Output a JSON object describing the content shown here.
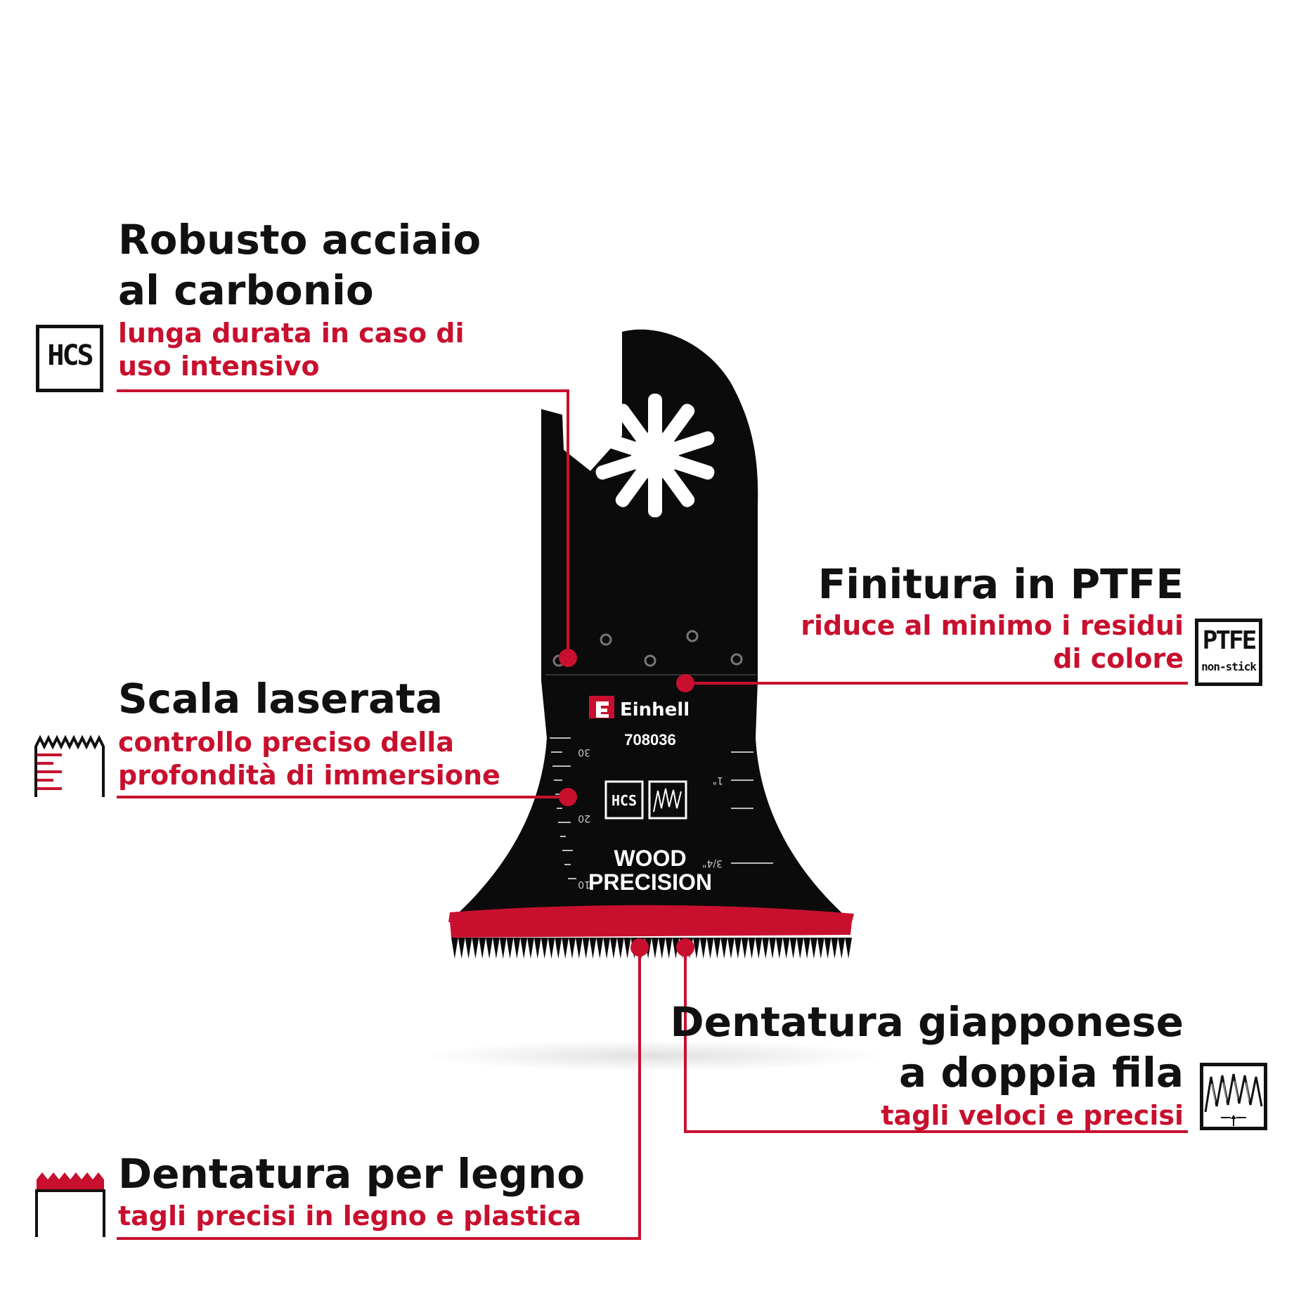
{
  "colors": {
    "accent_red": "#c8102e",
    "ink": "#111111",
    "blade": "#0b0b0b",
    "background": "#ffffff"
  },
  "features": {
    "hcs": {
      "title_line1": "Robusto acciaio",
      "title_line2": "al carbonio",
      "sub_line1": "lunga durata in caso di",
      "sub_line2": "uso intensivo",
      "icon": "hcs-steel-icon",
      "icon_label": "HCS"
    },
    "ptfe": {
      "title": "Finitura in PTFE",
      "sub_line1": "riduce al minimo i residui",
      "sub_line2": "di colore",
      "icon": "ptfe-nonstick-icon",
      "icon_label": "PTFE",
      "icon_sublabel": "non-stick"
    },
    "scale": {
      "title": "Scala laserata",
      "sub_line1": "controllo preciso della",
      "sub_line2": "profondità di immersione",
      "icon": "depth-scale-icon"
    },
    "japanese_teeth": {
      "title_line1": "Dentatura giapponese",
      "title_line2": "a doppia fila",
      "sub": "tagli veloci e precisi",
      "icon": "double-row-teeth-icon"
    },
    "wood_teeth": {
      "title": "Dentatura per legno",
      "sub": "tagli precisi in legno e plastica",
      "icon": "wood-teeth-icon"
    }
  },
  "blade": {
    "brand": "Einhell",
    "model_number": "708036",
    "hcs_mark": "HCS",
    "line1": "WOOD",
    "line2": "PRECISION",
    "scale_mm": [
      "30",
      "20",
      "10"
    ],
    "scale_inch": [
      "1\"",
      "3/4\""
    ]
  }
}
